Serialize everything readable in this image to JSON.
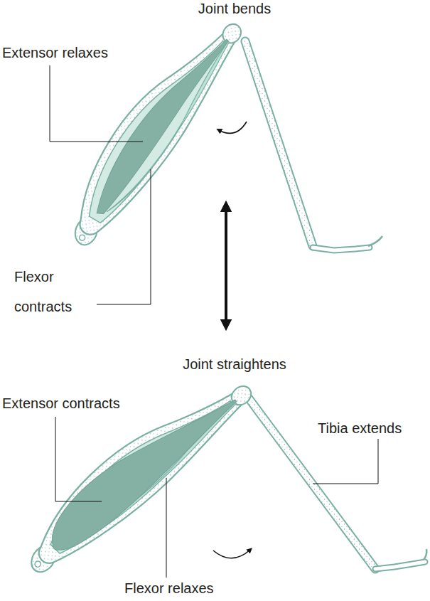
{
  "diagram": {
    "labels": [
      "Joint bends",
      "Extensor relaxes",
      "Flexor contracts",
      "Joint straightens",
      "Extensor contracts",
      "Tibia extends",
      "Flexor relaxes"
    ]
  }
}
